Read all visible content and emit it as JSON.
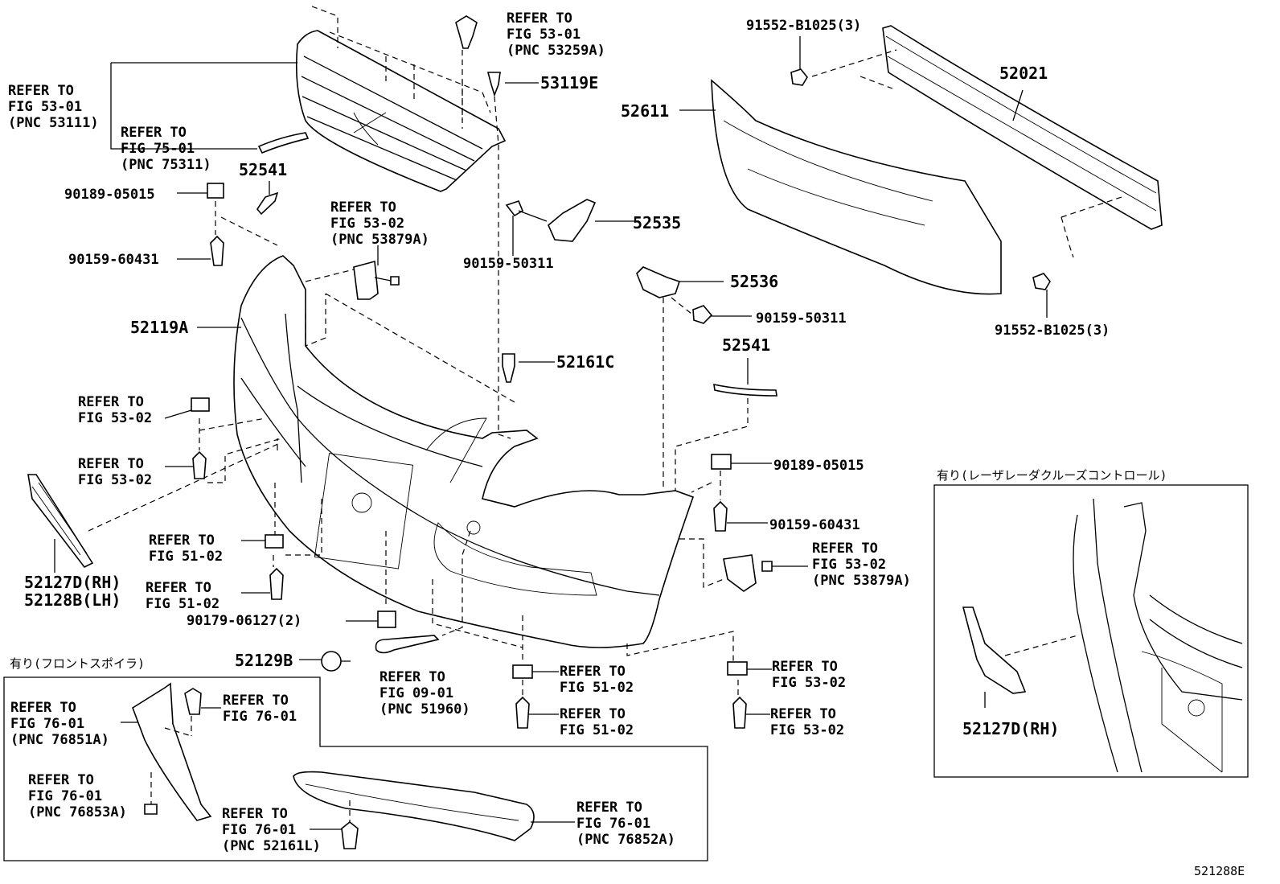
{
  "labels": {
    "refer_53_01_53111": "REFER TO\nFIG 53-01\n(PNC 53111)",
    "refer_75_01": "REFER TO\nFIG 75-01\n(PNC 75311)",
    "p52541_a": "52541",
    "p90189_a": "90189-05015",
    "p90159_60431_a": "90159-60431",
    "p52119A": "52119A",
    "refer_53_02_a": "REFER TO\nFIG 53-02",
    "refer_53_02_b": "REFER TO\nFIG 53-02",
    "p52127D_rh_lh": "52127D(RH)\n52128B(LH)",
    "refer_53_01_53259A": "REFER TO\nFIG 53-01\n(PNC 53259A)",
    "p53119E": "53119E",
    "refer_53_02_53879A_a": "REFER TO\nFIG 53-02\n(PNC 53879A)",
    "p52535": "52535",
    "p90159_50311_a": "90159-50311",
    "p52161C": "52161C",
    "p91552_top": "91552-B1025(3)",
    "p52021": "52021",
    "p52611": "52611",
    "p91552_bottom": "91552-B1025(3)",
    "p52536": "52536",
    "p90159_50311_b": "90159-50311",
    "p52541_b": "52541",
    "p90189_b": "90189-05015",
    "p90159_60431_b": "90159-60431",
    "refer_53_02_53879A_b": "REFER TO\nFIG 53-02\n(PNC 53879A)",
    "refer_51_02_a": "REFER TO\nFIG 51-02",
    "refer_51_02_b": "REFER TO\nFIG 51-02",
    "p90179": "90179-06127(2)",
    "p52129B": "52129B",
    "refer_09_01": "REFER TO\nFIG 09-01\n(PNC 51960)",
    "refer_51_02_c": "REFER TO\nFIG 51-02",
    "refer_51_02_d": "REFER TO\nFIG 51-02",
    "refer_53_02_c": "REFER TO\nFIG 53-02",
    "refer_53_02_d": "REFER TO\nFIG 53-02",
    "spoiler_caption": "有り(フロントスポイラ)",
    "refer_76_01_76851A": "REFER TO\nFIG 76-01\n(PNC 76851A)",
    "refer_76_01_a": "REFER TO\nFIG 76-01",
    "refer_76_01_76853A": "REFER TO\nFIG 76-01\n(PNC 76853A)",
    "refer_76_01_52161L": "REFER TO\nFIG 76-01\n(PNC 52161L)",
    "refer_76_01_76852A": "REFER TO\nFIG 76-01\n(PNC 76852A)",
    "cruise_caption": "有り(レーザレーダクルーズコントロール)",
    "p52127D_rh": "52127D(RH)",
    "figure_id": "521288E"
  }
}
